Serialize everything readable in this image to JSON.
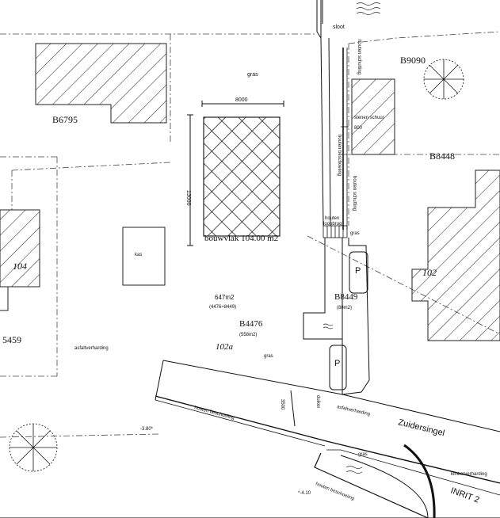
{
  "labels": {
    "sloot": "sloot",
    "gras_top": "gras",
    "dim_width": "8000",
    "dim_height": "13000",
    "bouwvlak": "bouwvlak 104.00 m2",
    "b9090": "B9090",
    "b6795": "B6795",
    "b8448": "B8448",
    "houten_schutting_top": "houten schutting",
    "stenen_schuur": "stenen schuur",
    "dim_800": "800",
    "houten_beschoeiing_v": "houten beschoeiing",
    "houten_schutting_v": "houten schutting",
    "houten_loopbrug_1": "houten",
    "houten_loopbrug_2": "loopbrug",
    "gras_small": "gras",
    "kas": "kas",
    "num_104": "104",
    "num_102": "102",
    "parking_1": "P",
    "parking_2": "P",
    "area_647": "647m2",
    "area_647_sub": "(4476+8449)",
    "b4476": "B4476",
    "area_558": "(558m2)",
    "num_102a": "102a",
    "b8449": "B8449",
    "area_88": "(88m2)",
    "num_5459": "5459",
    "asfaltverharding_1": "asfaltverharding",
    "gras_mid": "gras",
    "dim_3500": "3500",
    "duiker": "duiker",
    "asfaltverharding_2": "asfaltverharding",
    "houten_beschoeiing_diag": "houten beschoeiing",
    "zuidersingel": "Zuidersingel",
    "level_380": "-3.80*",
    "gras_bottom": "gras",
    "klinkerverharding": "klinkerverharding",
    "inrit": "INRIT 2",
    "houten_beschoeiing_bottom": "houten beschoeiing",
    "level_410": "*-4.10"
  }
}
